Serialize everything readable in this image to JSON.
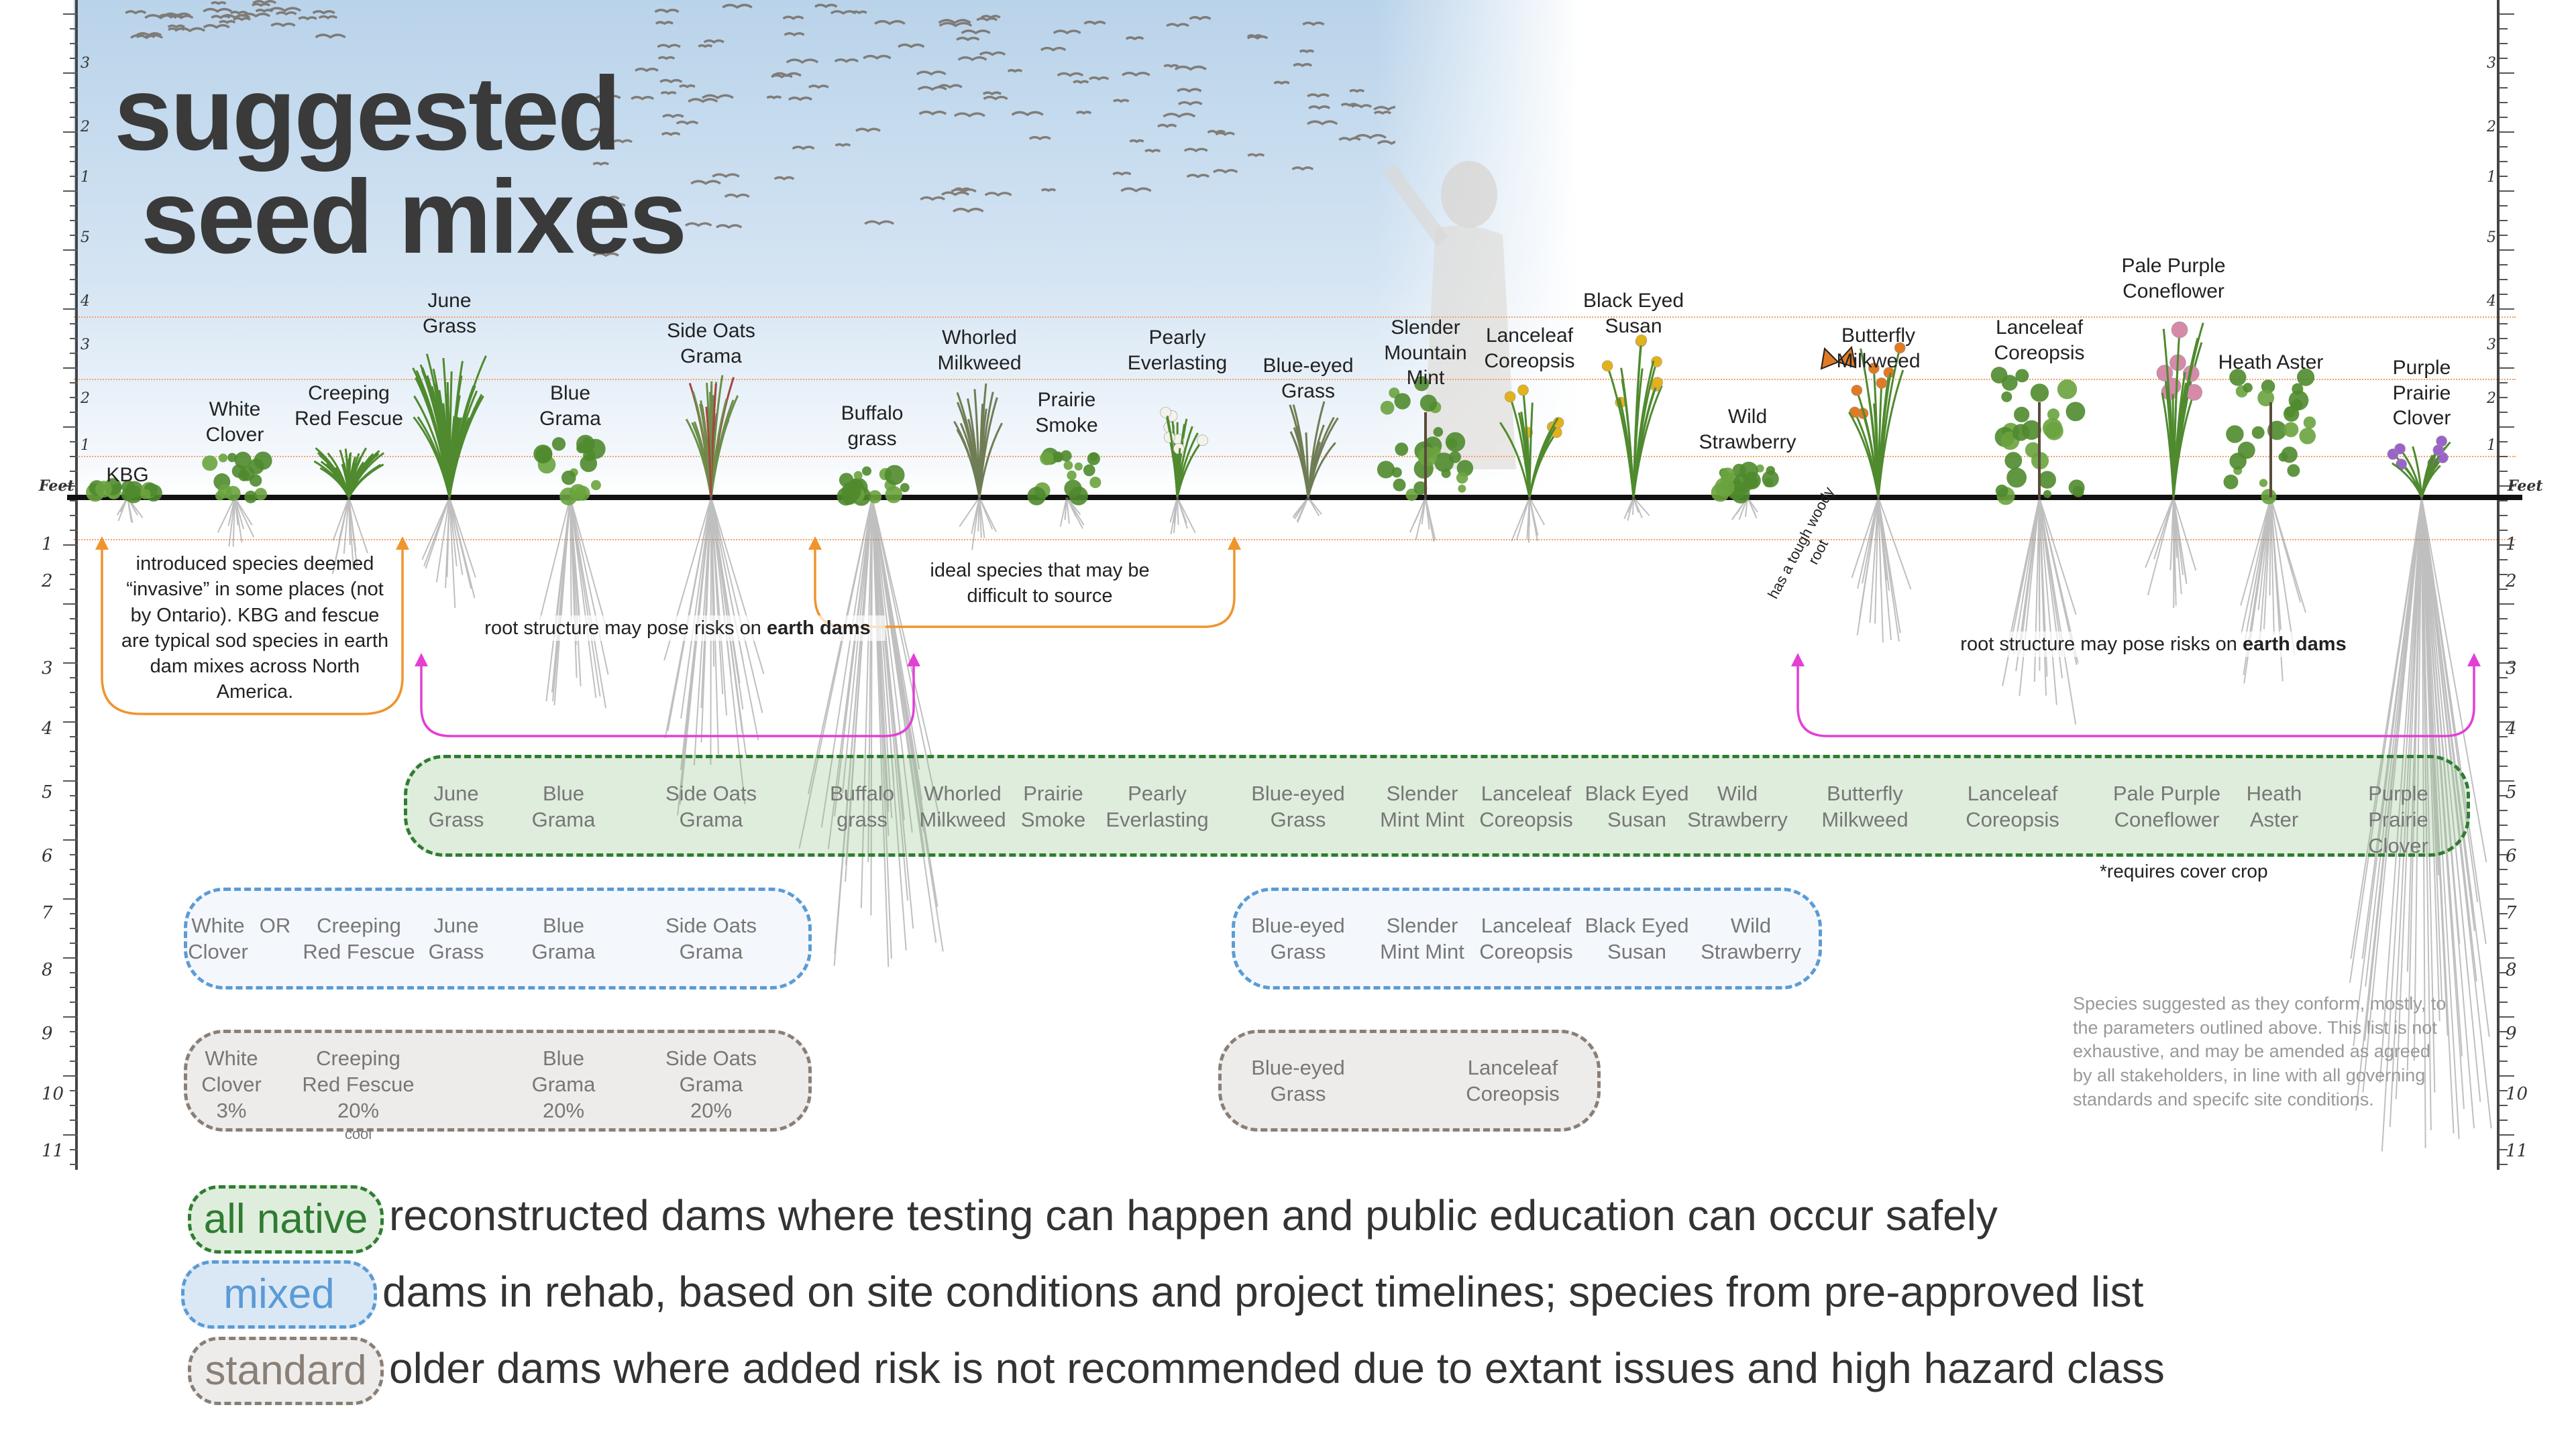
{
  "title": {
    "line1": "suggested",
    "line2": "seed mixes"
  },
  "ruler": {
    "feet_label": "Feet",
    "above": [
      "1",
      "2",
      "3",
      "4",
      "5",
      "1",
      "2",
      "3"
    ],
    "below": [
      "1",
      "2",
      "3",
      "4",
      "5",
      "6",
      "7",
      "8",
      "9",
      "10",
      "11"
    ]
  },
  "plants": [
    {
      "id": "kbg",
      "label": "KBG"
    },
    {
      "id": "white-clover",
      "label": "White\nClover"
    },
    {
      "id": "creeping-red-fescue",
      "label": "Creeping\nRed Fescue"
    },
    {
      "id": "june-grass",
      "label": "June\nGrass"
    },
    {
      "id": "blue-grama",
      "label": "Blue\nGrama"
    },
    {
      "id": "side-oats-grama",
      "label": "Side Oats\nGrama"
    },
    {
      "id": "buffalo-grass",
      "label": "Buffalo\ngrass"
    },
    {
      "id": "whorled-milkweed",
      "label": "Whorled\nMilkweed"
    },
    {
      "id": "prairie-smoke",
      "label": "Prairie\nSmoke"
    },
    {
      "id": "pearly-everlasting",
      "label": "Pearly\nEverlasting"
    },
    {
      "id": "blue-eyed-grass",
      "label": "Blue-eyed\nGrass"
    },
    {
      "id": "slender-mountain-mint",
      "label": "Slender\nMountain\nMint"
    },
    {
      "id": "lanceleaf-coreopsis-1",
      "label": "Lanceleaf\nCoreopsis"
    },
    {
      "id": "black-eyed-susan",
      "label": "Black Eyed\nSusan"
    },
    {
      "id": "wild-strawberry",
      "label": "Wild\nStrawberry"
    },
    {
      "id": "butterfly-milkweed",
      "label": "Butterfly\nMilkweed"
    },
    {
      "id": "lanceleaf-coreopsis-2",
      "label": "Lanceleaf\nCoreopsis"
    },
    {
      "id": "pale-purple-coneflower",
      "label": "Pale Purple\nConeflower"
    },
    {
      "id": "heath-aster",
      "label": "Heath Aster"
    },
    {
      "id": "purple-prairie-clover",
      "label": "Purple\nPrairie\nClover"
    }
  ],
  "notes": {
    "introduced": "introduced species deemed “invasive” in some places (not by Ontario). KBG and fescue are typical sod species in earth dam mixes across North America.",
    "introduced_bold": "earth dam",
    "ideal": "ideal species that may be difficult to source",
    "root_risk_left": "root structure may pose risks on",
    "root_risk_left_bold": "earth dams",
    "root_risk_right": "root structure may pose risks on",
    "root_risk_right_bold": "earth dams",
    "woody_root": "has a tough woody root",
    "cover_crop": "*requires cover crop",
    "disclaimer": "Species suggested as they conform, mostly, to the parameters outlined above. This list is not exhaustive, and may be amended as agreed by all stakeholders, in line with all governing standards and specifc site conditions."
  },
  "bands": {
    "native": [
      "June\nGrass",
      "Blue\nGrama",
      "Side Oats\nGrama",
      "Buffalo\ngrass",
      "Whorled\nMilkweed",
      "Prairie\nSmoke",
      "Pearly\nEverlasting",
      "Blue-eyed\nGrass",
      "Slender\nMint Mint",
      "Lanceleaf\nCoreopsis",
      "Black Eyed\nSusan",
      "Wild\nStrawberry",
      "Butterfly\nMilkweed",
      "Lanceleaf\nCoreopsis",
      "Pale Purple\nConeflower",
      "Heath\nAster",
      "Purple\nPrairie\nClover"
    ],
    "mixed_left": [
      "White\nClover",
      "OR",
      "Creeping\nRed Fescue",
      "June\nGrass",
      "Blue\nGrama",
      "Side Oats\nGrama"
    ],
    "mixed_right": [
      "Blue-eyed\nGrass",
      "Slender\nMint Mint",
      "Lanceleaf\nCoreopsis",
      "Black Eyed\nSusan",
      "Wild\nStrawberry"
    ],
    "standard_left": [
      "White\nClover\n3%",
      "Creeping\nRed Fescue\n20%",
      "Blue\nGrama\n20%",
      "Side Oats\nGrama\n20%"
    ],
    "standard_left_sub": "cool",
    "standard_right": [
      "Blue-eyed\nGrass",
      "Lanceleaf\nCoreopsis"
    ]
  },
  "legend": [
    {
      "pill": "all native",
      "text": "reconstructed dams where testing can happen and public education can occur safely",
      "color": "#2e7d32"
    },
    {
      "pill": "mixed",
      "text": "dams in rehab, based on site conditions and project timelines; species from pre-approved list",
      "color": "#5b9bd5"
    },
    {
      "pill": "standard",
      "text": "older dams where added risk is not recommended due to extant issues and high hazard class",
      "color": "#8a7f76"
    }
  ],
  "colors": {
    "native": "#2e7d32",
    "mixed": "#5b9bd5",
    "standard": "#8a7f76",
    "orange": "#f0942e",
    "magenta": "#e33fd6"
  }
}
